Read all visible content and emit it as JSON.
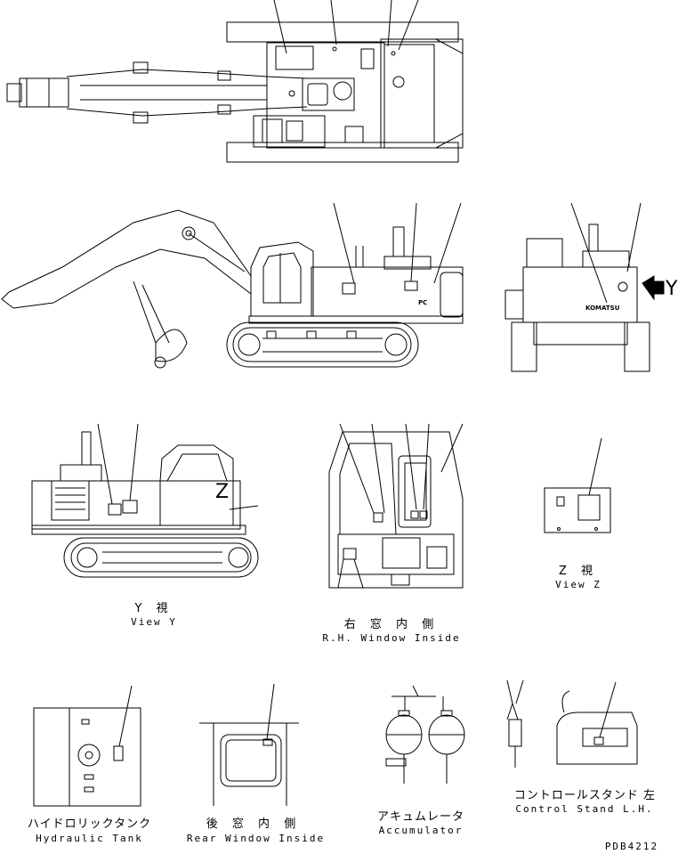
{
  "views": {
    "view_y": {
      "jp": "Y 視",
      "en": "View Y"
    },
    "view_z": {
      "jp": "Z 視",
      "en": "View Z"
    },
    "rh_window": {
      "jp": "右 窓 内 側",
      "en": "R.H. Window Inside"
    },
    "hydraulic_tank": {
      "jp": "ハイドロリックタンク",
      "en": "Hydraulic Tank"
    },
    "rear_window": {
      "jp": "後 窓 内 側",
      "en": "Rear Window Inside"
    },
    "accumulator": {
      "jp": "アキュムレータ",
      "en": "Accumulator"
    },
    "control_stand": {
      "jp": "コントロールスタンド 左",
      "en": "Control Stand L.H."
    }
  },
  "markers": {
    "y": "Y",
    "z": "Z"
  },
  "brand": {
    "logo": "KOMATSU",
    "model_badge": "PC"
  },
  "drawing_number": "PDB4212"
}
